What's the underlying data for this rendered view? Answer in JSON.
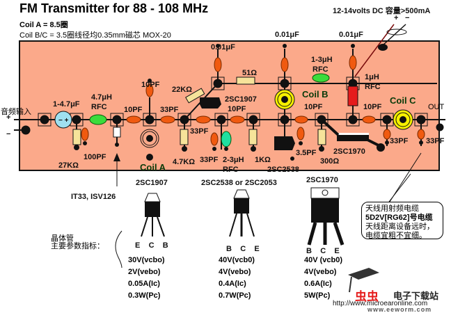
{
  "title": "FM Transmitter for 88 - 108 MHz",
  "coil_notes": {
    "coil_a": "Coil A    = 8.5圈",
    "coil_bc": "Coil B/C = 3.5圈线径均0.35mm磁芯   MOX-20"
  },
  "power": {
    "label": "12-14volts DC 容量>500mA",
    "plus": "+",
    "minus": "−"
  },
  "input": {
    "label": "音频输入",
    "plus": "+",
    "minus": "−"
  },
  "output_label": "OUT",
  "components": {
    "c_input": "1-4.7μF",
    "rfc1_value": "4.7μH",
    "rfc1_label": "RFC",
    "r_27k": "27KΩ",
    "c_100pf": "100PF",
    "c_10pf_a": "10PF",
    "c_10pf_top": "10PF",
    "c_33pf_a": "33PF",
    "r_22k": "22KΩ",
    "c_001_top1": "0.01μF",
    "r_51": "51Ω",
    "q1": "2SC1907",
    "c_10pf_b": "10PF",
    "c_33pf_b": "33PF",
    "r_4k7": "4.7KΩ",
    "c_33pf_c": "33PF",
    "rfc2_value": "2-3μH",
    "rfc2_label": "RFC",
    "r_1k": "1KΩ",
    "q2": "2SC2538",
    "coil_a": "Coil A",
    "c_001_top2": "0.01μF",
    "rfc3_value": "1-3μH",
    "rfc3_label": "RFC",
    "coil_b": "Coil B",
    "c_10pf_c": "10PF",
    "c_35pf": "3.5PF",
    "r_300": "300Ω",
    "q3": "2SC1970",
    "c_001_top3": "0.01μF",
    "rfc4_value": "1μH",
    "rfc4_label": "RFC",
    "c_10pf_d": "10PF",
    "coil_c": "Coil C",
    "c_33pf_d": "33PF",
    "c_33pf_e": "33PF",
    "varicap": "IT33, ISV126"
  },
  "transistors": [
    {
      "name": "2SC1907",
      "pins": [
        "E",
        "C",
        "B"
      ],
      "specs": [
        "30V(vcbo)",
        "2V(vebo)",
        "0.05A(Ic)",
        "0.3W(Pc)"
      ]
    },
    {
      "name": "2SC2538 or 2SC2053",
      "pins": [
        "B",
        "C",
        "E"
      ],
      "specs": [
        "40V(vcb0)",
        "4V(vebo)",
        "0.4A(Ic)",
        "0.7W(Pc)"
      ]
    },
    {
      "name": "2SC1970",
      "pins": [
        "B",
        "C",
        "E"
      ],
      "specs": [
        "40V (vcb0)",
        "4V(vebo)",
        "0.6A(Ic)",
        "5W(Pc)"
      ]
    }
  ],
  "transistor_note": [
    "晶体管",
    "主要参数指标："
  ],
  "antenna_note": [
    "天线用射频电缆",
    "5D2V[RG62]号电缆",
    "天线距离设备远时，",
    "电缆宜粗不宜细。"
  ],
  "watermark": {
    "brand_red": "虫虫",
    "brand": "电子下载站",
    "url1": "http://www.microearonline.com",
    "url2": "www.eeworm.com"
  },
  "colors": {
    "board": "#fba98a",
    "capacitor": "#f05a10",
    "rfc": "#3bdc3b",
    "resistor": "#f6e39a",
    "coil": "#f6f000",
    "inductor_red": "#e51c1c",
    "input_cap": "#9fe0f0"
  }
}
